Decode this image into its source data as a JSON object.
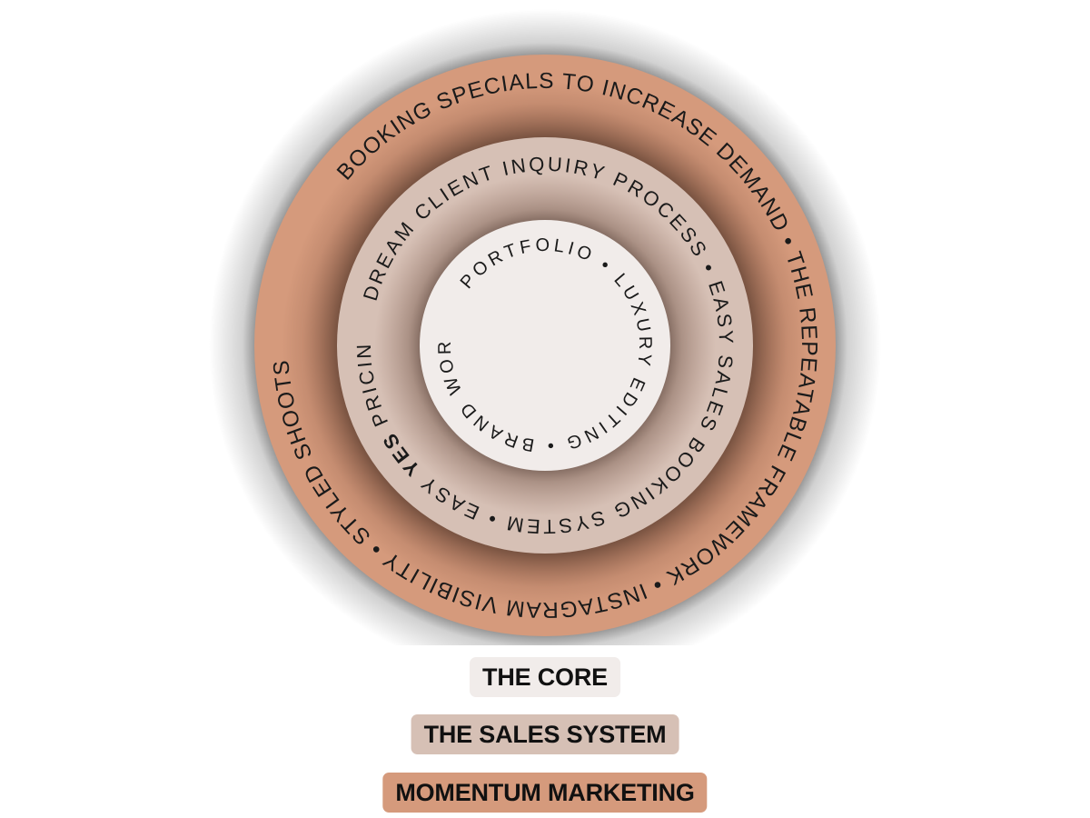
{
  "diagram": {
    "outer_ring": {
      "color": "#d59a7c",
      "items": [
        "BOOKING SPECIALS TO INCREASE DEMAND",
        "THE REPEATABLE FRAMEWORK",
        "INSTAGRAM VISIBILITY",
        "STYLED SHOOTS TO GET SEEN"
      ]
    },
    "middle_ring": {
      "color": "#d6c0b5",
      "items": [
        "DREAM CLIENT INQUIRY PROCESS",
        "EASY SALES BOOKING SYSTEM",
        "EASY YES PRICING"
      ]
    },
    "inner_ring": {
      "color": "#f1ecea",
      "items": [
        "PORTFOLIO",
        "LUXURY EDITING",
        "BRAND WORDS"
      ]
    },
    "separator": "•",
    "emphasis_word": "YES"
  },
  "legend": [
    {
      "label": "THE CORE",
      "color": "#f1ecea"
    },
    {
      "label": "THE SALES SYSTEM",
      "color": "#d6c0b5"
    },
    {
      "label": "MOMENTUM MARKETING",
      "color": "#d59a7c"
    }
  ]
}
